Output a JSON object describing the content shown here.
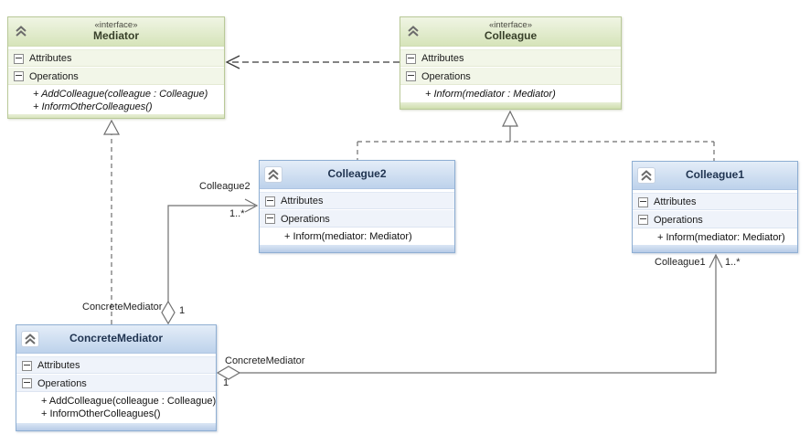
{
  "classes": {
    "mediator": {
      "stereotype": "«interface»",
      "name": "Mediator",
      "attributes_label": "Attributes",
      "operations_label": "Operations",
      "operations": [
        "+ AddColleague(colleague : Colleague)",
        "+ InformOtherColleagues()"
      ]
    },
    "colleague": {
      "stereotype": "«interface»",
      "name": "Colleague",
      "attributes_label": "Attributes",
      "operations_label": "Operations",
      "operations": [
        "+ Inform(mediator : Mediator)"
      ]
    },
    "colleague2": {
      "name": "Colleague2",
      "attributes_label": "Attributes",
      "operations_label": "Operations",
      "operations": [
        "+ Inform(mediator: Mediator)"
      ]
    },
    "colleague1": {
      "name": "Colleague1",
      "attributes_label": "Attributes",
      "operations_label": "Operations",
      "operations": [
        "+ Inform(mediator: Mediator)"
      ]
    },
    "concrete_mediator": {
      "name": "ConcreteMediator",
      "attributes_label": "Attributes",
      "operations_label": "Operations",
      "operations": [
        "+ AddColleague(colleague : Colleague)",
        "+ InformOtherColleagues()"
      ]
    }
  },
  "connectors": {
    "colleague2_association": {
      "role": "Colleague2",
      "multiplicity": "1..*",
      "source_label": "ConcreteMediator",
      "source_multiplicity": "1"
    },
    "colleague1_association": {
      "role": "Colleague1",
      "multiplicity": "1..*",
      "source_label": "ConcreteMediator",
      "source_multiplicity": "1"
    }
  },
  "icons": {
    "header_collapse": "double-chevron-up-icon",
    "compartment_collapse": "minus-box-icon"
  },
  "colors": {
    "interface_header": "#d6e4ba",
    "interface_border": "#b9c998",
    "class_header": "#bdd2eb",
    "class_border": "#8fafd3",
    "line": "#707070",
    "dependency_line": "#3a3a3a"
  }
}
